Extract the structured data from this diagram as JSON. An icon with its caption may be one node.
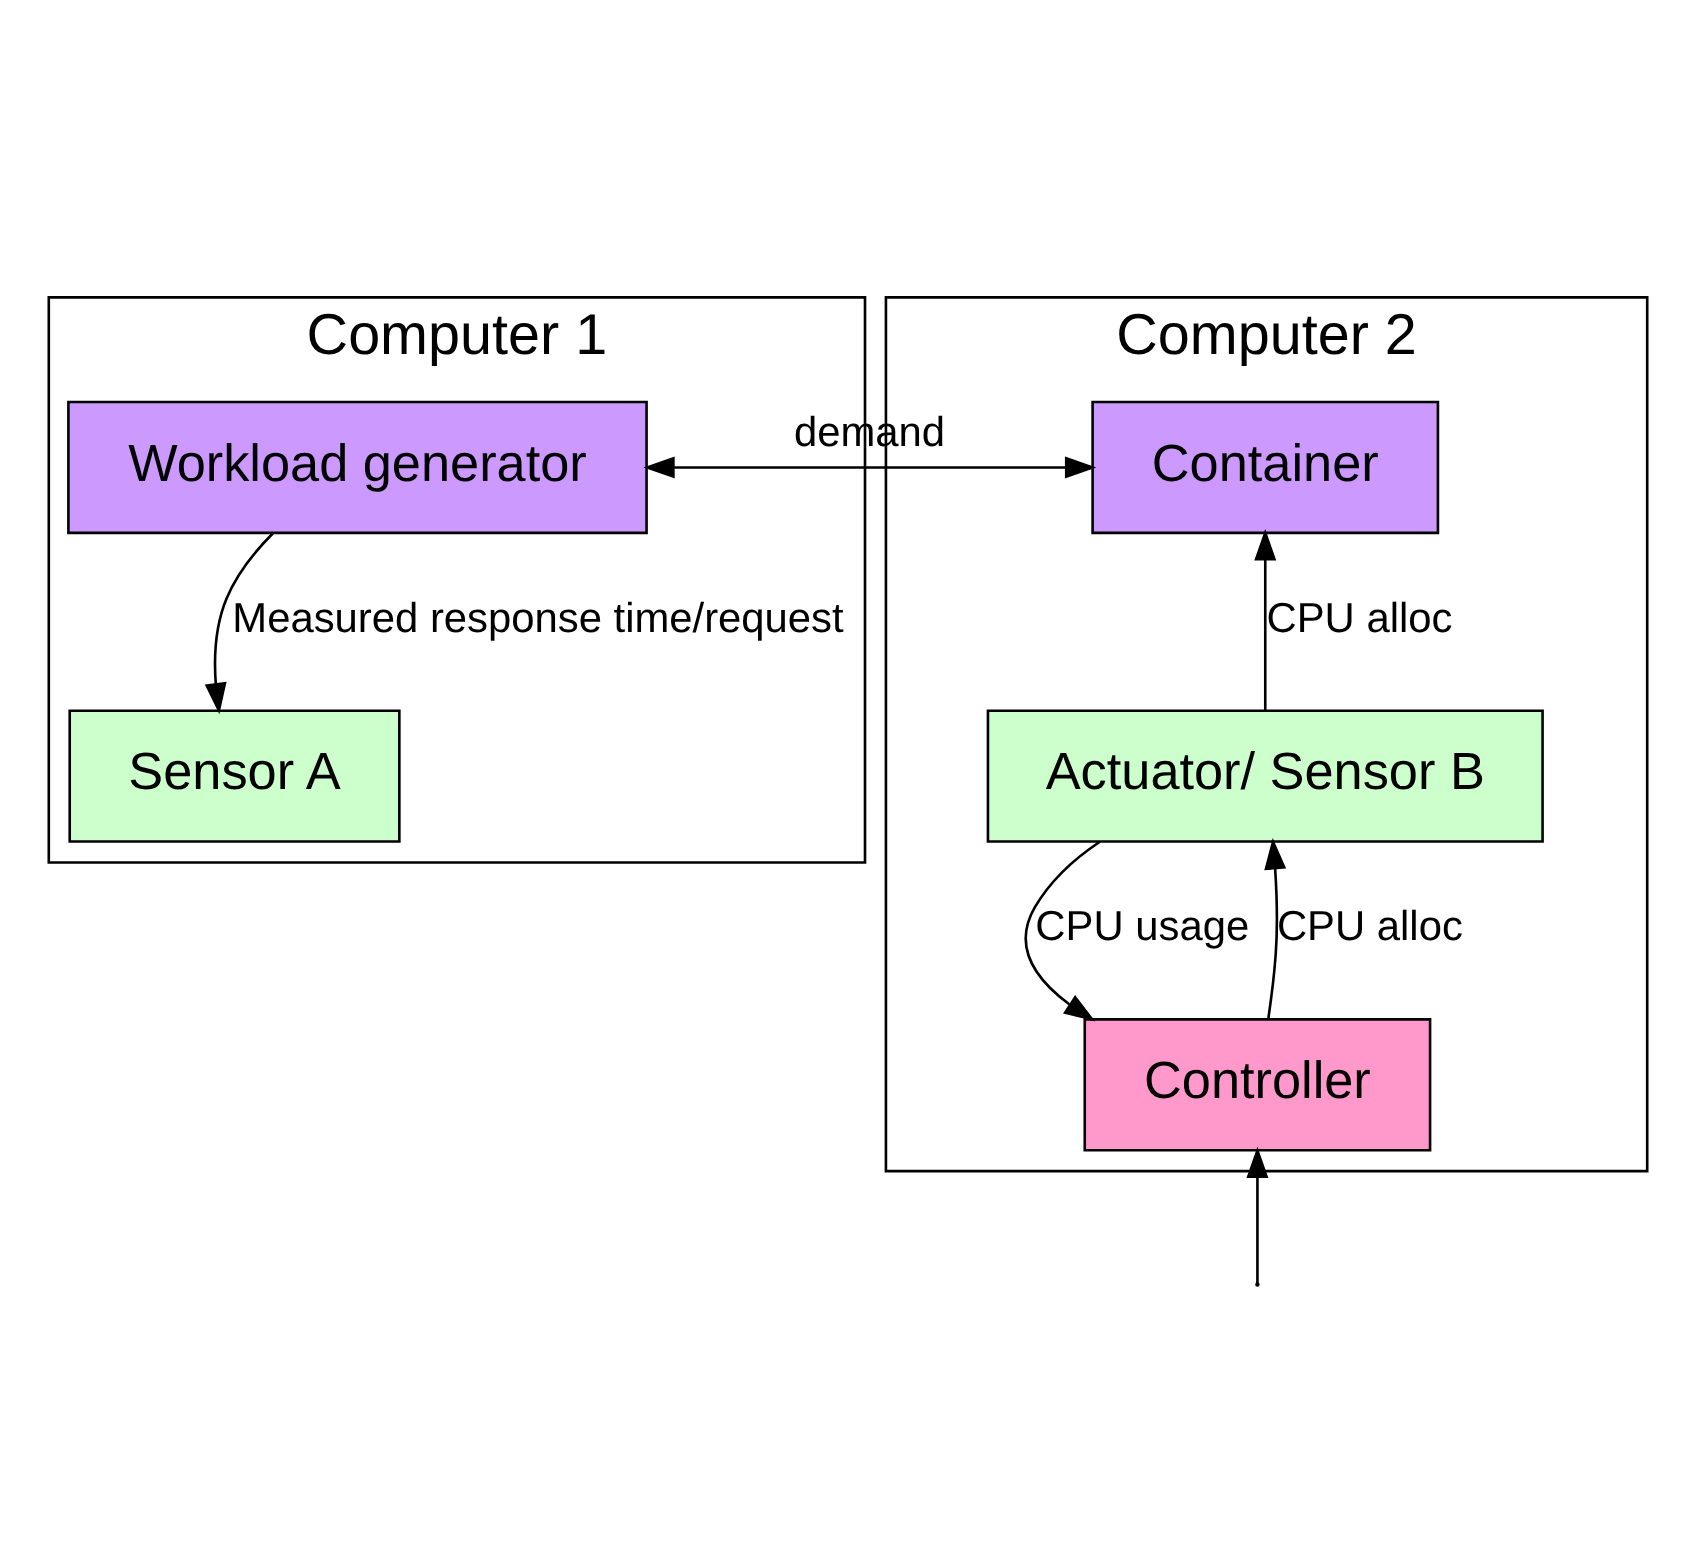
{
  "diagram": {
    "nodes": [
      {
        "text": [
          "Computer 1"
        ]
      },
      {
        "text": [
          "Workload generator"
        ],
        "in": 0
      },
      {
        "text": [
          "Sensor A"
        ],
        "in": 0
      },
      {
        "text": [
          "Computer 2"
        ]
      },
      {
        "text": [
          "Container"
        ],
        "in": 3
      },
      {
        "text": [
          "Actuator/ Sensor B"
        ],
        "in": 3
      },
      {
        "text": [
          "Controller"
        ],
        "in": 3
      }
    ],
    "edges": [
      {
        "from": 1,
        "to": 4,
        "arrow": "both",
        "label": "demand"
      },
      {
        "from": 1,
        "to": 2,
        "arrow": "to",
        "label": "Measured response time/request"
      },
      {
        "from": 5,
        "to": 4,
        "arrow": "to",
        "label": "CPU alloc"
      },
      {
        "from": 5,
        "to": 6,
        "arrow": "to",
        "label": "CPU usage"
      },
      {
        "from": 6,
        "to": 5,
        "arrow": "to",
        "label": "CPU alloc"
      },
      {
        "from": null,
        "to": 6,
        "arrow": "to"
      }
    ]
  }
}
